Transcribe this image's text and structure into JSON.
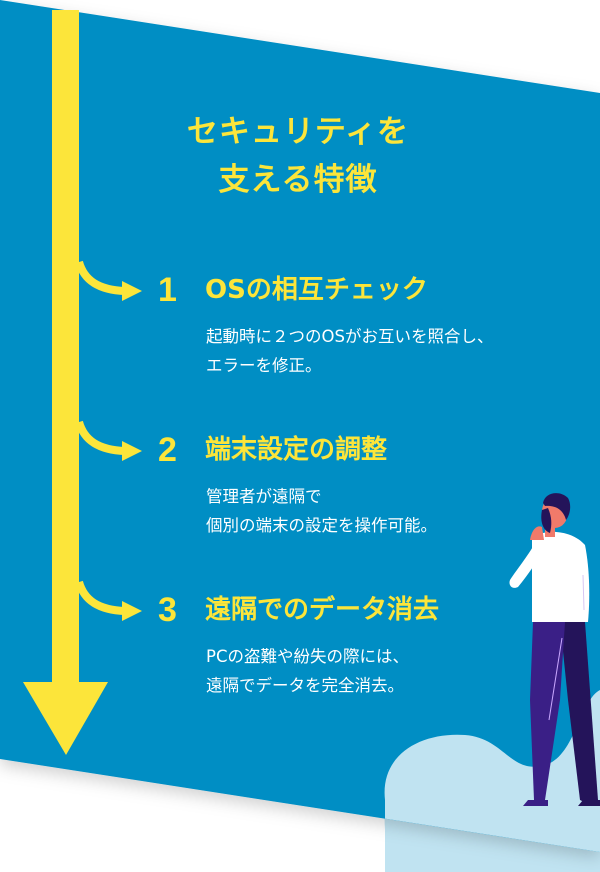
{
  "title": {
    "line1": "セキュリティを",
    "line2": "支える特徴"
  },
  "features": [
    {
      "number": "1",
      "title": "OSの相互チェック",
      "desc_line1": "起動時に２つのOSがお互いを照合し、",
      "desc_line2": "エラーを修正。"
    },
    {
      "number": "2",
      "title": "端末設定の調整",
      "desc_line1": "管理者が遠隔で",
      "desc_line2": "個別の端末の設定を操作可能。"
    },
    {
      "number": "3",
      "title": "遠隔でのデータ消去",
      "desc_line1": "PCの盗難や紛失の際には、",
      "desc_line2": "遠隔でデータを完全消去。"
    }
  ],
  "colors": {
    "background_blue": "#008ec4",
    "accent_yellow": "#fce53a",
    "cloud": "#c0e3f1",
    "text_white": "#ffffff"
  },
  "icons": {
    "timeline_arrow": "down-arrow-icon",
    "branch_arrow": "curved-right-arrow-icon",
    "illustration": "thinking-person"
  }
}
